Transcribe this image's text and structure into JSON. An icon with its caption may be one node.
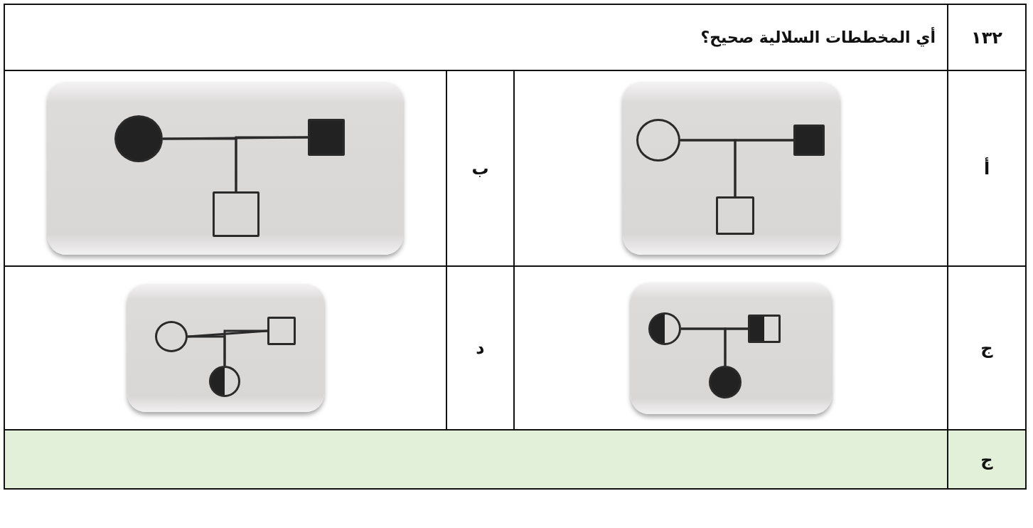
{
  "diagram": {
    "nodes": [
      {
        "text": [],
        "shape": "circle"
      },
      {
        "text": [],
        "shape": "box"
      },
      {
        "text": [],
        "shape": "box"
      },
      {
        "text": [],
        "shape": "circle"
      },
      {
        "text": [],
        "shape": "box"
      },
      {
        "text": [],
        "shape": "box"
      },
      {
        "text": [],
        "shape": "circle"
      },
      {
        "text": [],
        "shape": "box"
      },
      {
        "text": [],
        "shape": "circle"
      },
      {
        "text": [],
        "shape": "circle"
      },
      {
        "text": [],
        "shape": "box"
      },
      {
        "text": [],
        "shape": "circle"
      }
    ],
    "edges": [
      {
        "from": 0,
        "to": 1,
        "arrow": "none"
      },
      {
        "from": 0,
        "to": 2,
        "arrow": "none"
      },
      {
        "from": 1,
        "to": 2,
        "arrow": "none"
      },
      {
        "from": 3,
        "to": 4,
        "arrow": "none"
      },
      {
        "from": 3,
        "to": 5,
        "arrow": "none"
      },
      {
        "from": 4,
        "to": 5,
        "arrow": "none"
      },
      {
        "from": 6,
        "to": 7,
        "arrow": "none"
      },
      {
        "from": 6,
        "to": 8,
        "arrow": "none"
      },
      {
        "from": 7,
        "to": 8,
        "arrow": "none"
      },
      {
        "from": 9,
        "to": 10,
        "arrow": "none"
      },
      {
        "from": 9,
        "to": 11,
        "arrow": "none"
      },
      {
        "from": 10,
        "to": 11,
        "arrow": "none"
      }
    ],
    "labels": [
      "١٣٢",
      "أي المخططات السلالية صحيح؟",
      "أ",
      "ب",
      "ج",
      "د",
      "ج"
    ]
  }
}
